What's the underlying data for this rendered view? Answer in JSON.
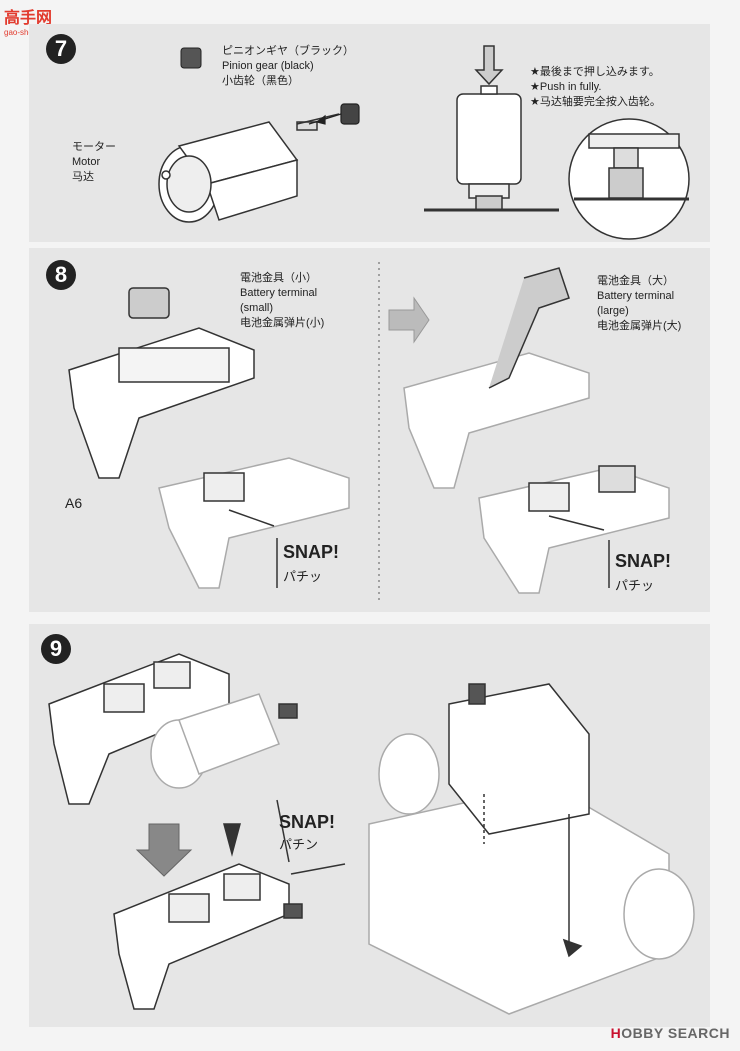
{
  "watermark": {
    "brand": "高手网",
    "url": "gao-shou.com"
  },
  "step7": {
    "number": "7",
    "pinion_jp": "ピニオンギヤ（ブラック）",
    "pinion_en": "Pinion gear (black)",
    "pinion_cn": "小齿轮（黑色）",
    "motor_jp": "モーター",
    "motor_en": "Motor",
    "motor_cn": "马达",
    "note_jp": "★最後まで押し込みます。",
    "note_en": "★Push in fully.",
    "note_cn": "★马达轴要完全按入齿轮。"
  },
  "step8": {
    "number": "8",
    "small_jp": "電池金具（小）",
    "small_en1": "Battery terminal",
    "small_en2": "(small)",
    "small_cn": "电池金属弹片(小)",
    "large_jp": "電池金具（大）",
    "large_en1": "Battery terminal",
    "large_en2": "(large)",
    "large_cn": "电池金属弹片(大)",
    "part": "A6",
    "snap": "SNAP!",
    "snap_jp": "パチッ"
  },
  "step9": {
    "number": "9",
    "snap": "SNAP!",
    "snap_jp": "パチン"
  },
  "footer": {
    "logo_h": "H",
    "logo_rest": "OBBY SEARCH"
  }
}
